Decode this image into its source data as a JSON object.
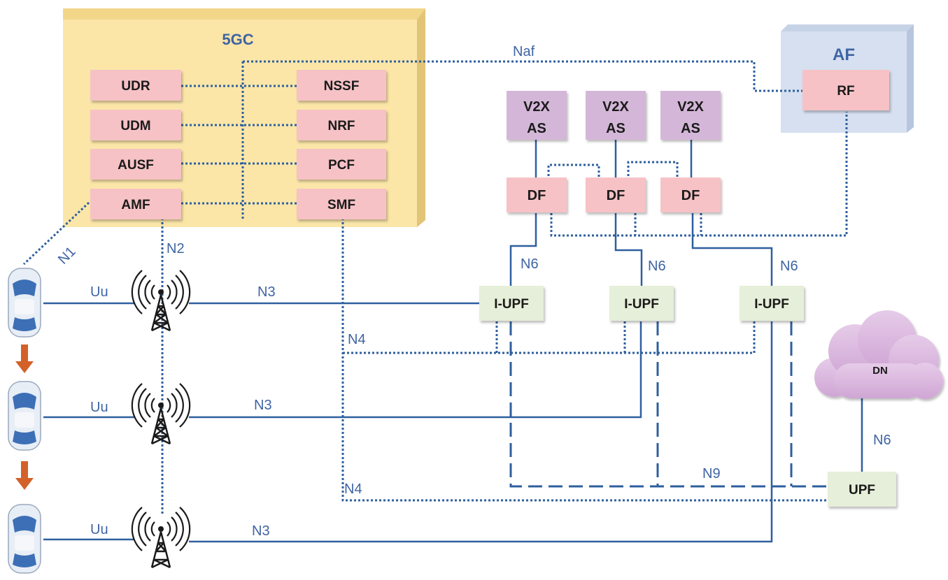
{
  "core": {
    "title": "5GC",
    "functions": [
      "UDR",
      "UDM",
      "AUSF",
      "AMF",
      "NSSF",
      "NRF",
      "PCF",
      "SMF"
    ]
  },
  "af": {
    "title": "AF",
    "rf": "RF"
  },
  "v2x_as": [
    {
      "line1": "V2X",
      "line2": "AS"
    },
    {
      "line1": "V2X",
      "line2": "AS"
    },
    {
      "line1": "V2X",
      "line2": "AS"
    }
  ],
  "df": [
    "DF",
    "DF",
    "DF"
  ],
  "iupf": [
    "I-UPF",
    "I-UPF",
    "I-UPF"
  ],
  "upf": "UPF",
  "dn": "DN",
  "interfaces": {
    "naf": "Naf",
    "n1": "N1",
    "n2": "N2",
    "uu": [
      "Uu",
      "Uu",
      "Uu"
    ],
    "n3": [
      "N3",
      "N3",
      "N3"
    ],
    "n4": [
      "N4",
      "N4"
    ],
    "n6_iupf": [
      "N6",
      "N6",
      "N6"
    ],
    "n6_upf": "N6",
    "n9": "N9"
  },
  "colors": {
    "core_box": "#fbe6a8",
    "af_box": "#d6e0f0",
    "nf_box": "#f6c2c6",
    "v2x_box": "#d4b7d8",
    "upf_box": "#e6efd9",
    "cloud": "#dcbce0",
    "link": "#2e5f9e",
    "label": "#3f64a3"
  }
}
